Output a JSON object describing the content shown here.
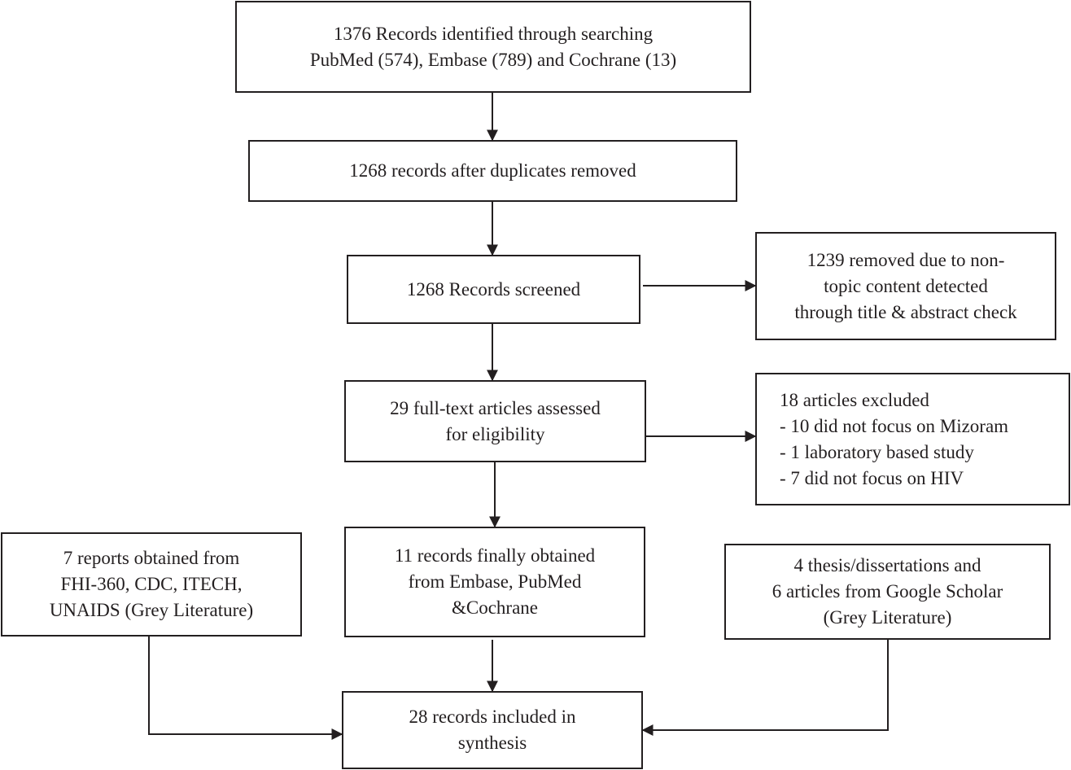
{
  "boxes": {
    "identified": {
      "lines": [
        "1376 Records identified through searching",
        "PubMed (574), Embase (789) and Cochrane (13)"
      ]
    },
    "deduplicated": {
      "lines": [
        "1268 records after duplicates removed"
      ]
    },
    "screened": {
      "lines": [
        "1268 Records screened"
      ]
    },
    "removed": {
      "lines": [
        "1239 removed due to non-",
        "topic content detected",
        "through title & abstract check"
      ]
    },
    "assessed": {
      "lines": [
        "29 full-text articles assessed",
        "for eligibility"
      ]
    },
    "excluded": {
      "lines": [
        "18 articles excluded",
        "- 10 did not focus on Mizoram",
        "- 1 laboratory based study",
        "- 7 did not focus on HIV"
      ]
    },
    "reports": {
      "lines": [
        "7 reports obtained from",
        "FHI-360, CDC, ITECH,",
        "UNAIDS (Grey Literature)"
      ]
    },
    "final_records": {
      "lines": [
        "11 records finally obtained",
        "from Embase, PubMed",
        "&Cochrane"
      ]
    },
    "theses": {
      "lines": [
        "4 thesis/dissertations and",
        "6 articles from Google Scholar",
        "(Grey Literature)"
      ]
    },
    "included": {
      "lines": [
        "28 records included in",
        "synthesis"
      ]
    }
  }
}
